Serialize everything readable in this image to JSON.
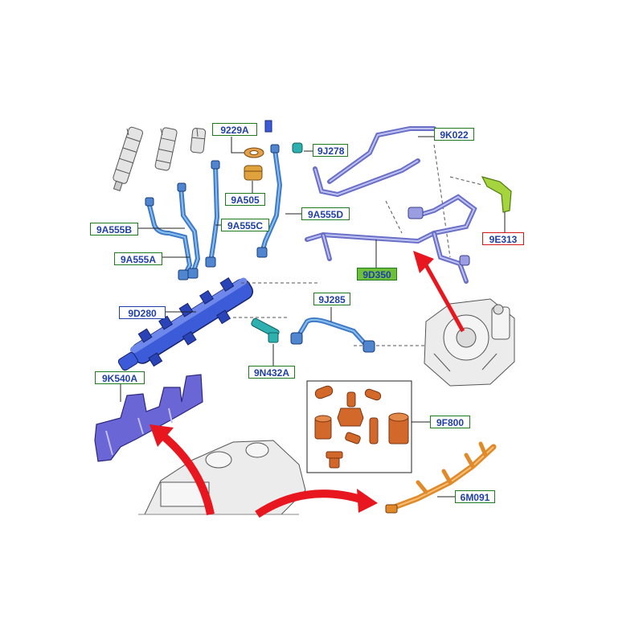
{
  "labels": {
    "l9229A": "9229A",
    "l9J278": "9J278",
    "l9K022": "9K022",
    "l9A505": "9A505",
    "l9A555B": "9A555B",
    "l9A555C": "9A555C",
    "l9A555D": "9A555D",
    "l9E313": "9E313",
    "l9A555A": "9A555A",
    "l9D350": "9D350",
    "l9D280": "9D280",
    "l9J285": "9J285",
    "l9N432A": "9N432A",
    "l9K540A": "9K540A",
    "l9F800": "9F800",
    "l6M091": "6M091"
  },
  "colors": {
    "label_border_green": "#1f7a1f",
    "label_border_blue": "#1f3fa8",
    "label_border_red": "#d11a1a",
    "label_fill_green": "#6fbf3a",
    "fuel_rail_blue": "#3b5bd9",
    "pipe_blue": "#5aa0d8",
    "return_pipe_purple": "#7a7fd6",
    "bracket_green": "#9bd33a",
    "seal_kit_orange": "#d2692a",
    "harness_orange": "#e08a2a",
    "arrow_red": "#e8161e"
  }
}
